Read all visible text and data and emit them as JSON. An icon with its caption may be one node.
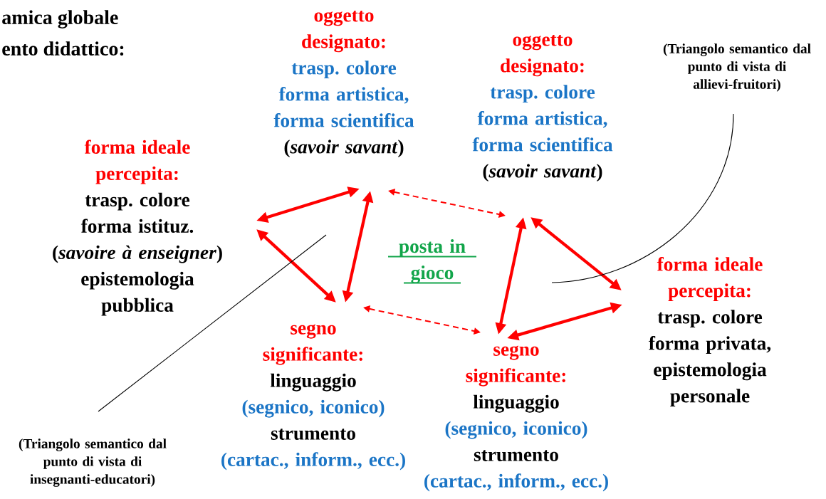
{
  "diagram": {
    "title": "amica globale ento didattico:",
    "nodes": [
      {
        "text": [
          "oggetto designato:",
          "trasp. colore",
          "forma artistica,",
          "forma scientifica",
          "(*savoir savant*)"
        ]
      },
      {
        "text": [
          "forma ideale percepita:",
          "trasp. colore",
          "forma istituz.",
          "(*savoire à enseigner*)",
          "epistemologia pubblica"
        ]
      },
      {
        "text": [
          "segno significante:",
          "linguaggio",
          "(segnico,  iconico)",
          "strumento",
          "(cartac., inform., ecc.)"
        ]
      },
      {
        "text": [
          "oggetto designato:",
          "trasp. colore",
          "forma artistica,",
          "forma scientifica",
          "(*savoir savant*)"
        ]
      },
      {
        "text": [
          "forma ideale percepita:",
          "trasp. colore",
          "forma privata,",
          "epistemologia personale"
        ]
      },
      {
        "text": [
          "segno significante:",
          "linguaggio",
          "(segnico,  iconico)",
          "strumento",
          "(cartac., inform., ecc.)"
        ]
      },
      {
        "text": [
          "posta in gioco"
        ]
      },
      {
        "text": [
          "(Triangolo semantico dal punto di vista di insegnanti-educatori)"
        ]
      },
      {
        "text": [
          "(Triangolo semantico dal punto di vista di allievi-fruitori)"
        ]
      }
    ],
    "edges": [
      {
        "from": 0,
        "to": 1,
        "arrow": "both"
      },
      {
        "from": 1,
        "to": 2,
        "arrow": "both"
      },
      {
        "from": 0,
        "to": 2,
        "arrow": "both"
      },
      {
        "from": 0,
        "to": 3,
        "arrow": "both",
        "style": "dashed"
      },
      {
        "from": 2,
        "to": 5,
        "arrow": "both",
        "style": "dashed"
      },
      {
        "from": 3,
        "to": 4,
        "arrow": "both"
      },
      {
        "from": 3,
        "to": 5,
        "arrow": "both"
      },
      {
        "from": 4,
        "to": 5,
        "arrow": "both"
      },
      {
        "from": 7,
        "to": null,
        "arrow": "none",
        "color": "#000000"
      },
      {
        "from": 8,
        "to": null,
        "arrow": "none",
        "color": "#000000"
      }
    ]
  }
}
